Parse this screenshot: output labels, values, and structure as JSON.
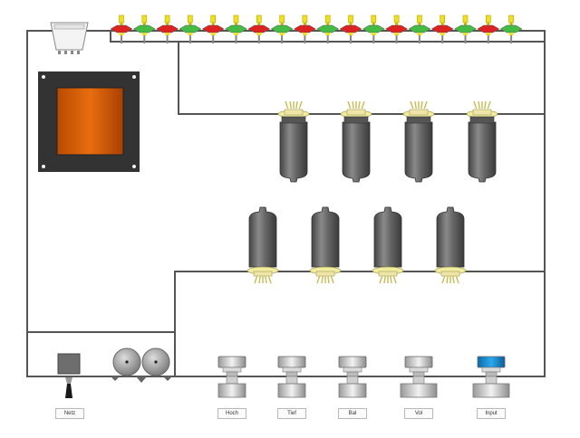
{
  "labels": {
    "power_switch": "Netz",
    "treble_knob": "Hoch",
    "bass_knob": "Tief",
    "balance_knob": "Bal",
    "volume_knob": "Vol",
    "input_jack": "Input"
  },
  "colors": {
    "chassis_line": "#555555",
    "transformer_frame": "#333333",
    "transformer_core": "#d9600a",
    "tube_glass": "#666666",
    "tube_socket": "#f0eca0",
    "terminal_red": "#dd2222",
    "terminal_green": "#44bb44",
    "terminal_post": "#f0e020",
    "knob_chrome": "#cccccc",
    "input_jack_cap": "#1a8fd4"
  },
  "terminal_strip": {
    "count": 18,
    "color_pattern": [
      "terminal_red",
      "terminal_green"
    ]
  },
  "tubes": {
    "upper_row_count": 4,
    "lower_row_count": 4
  }
}
